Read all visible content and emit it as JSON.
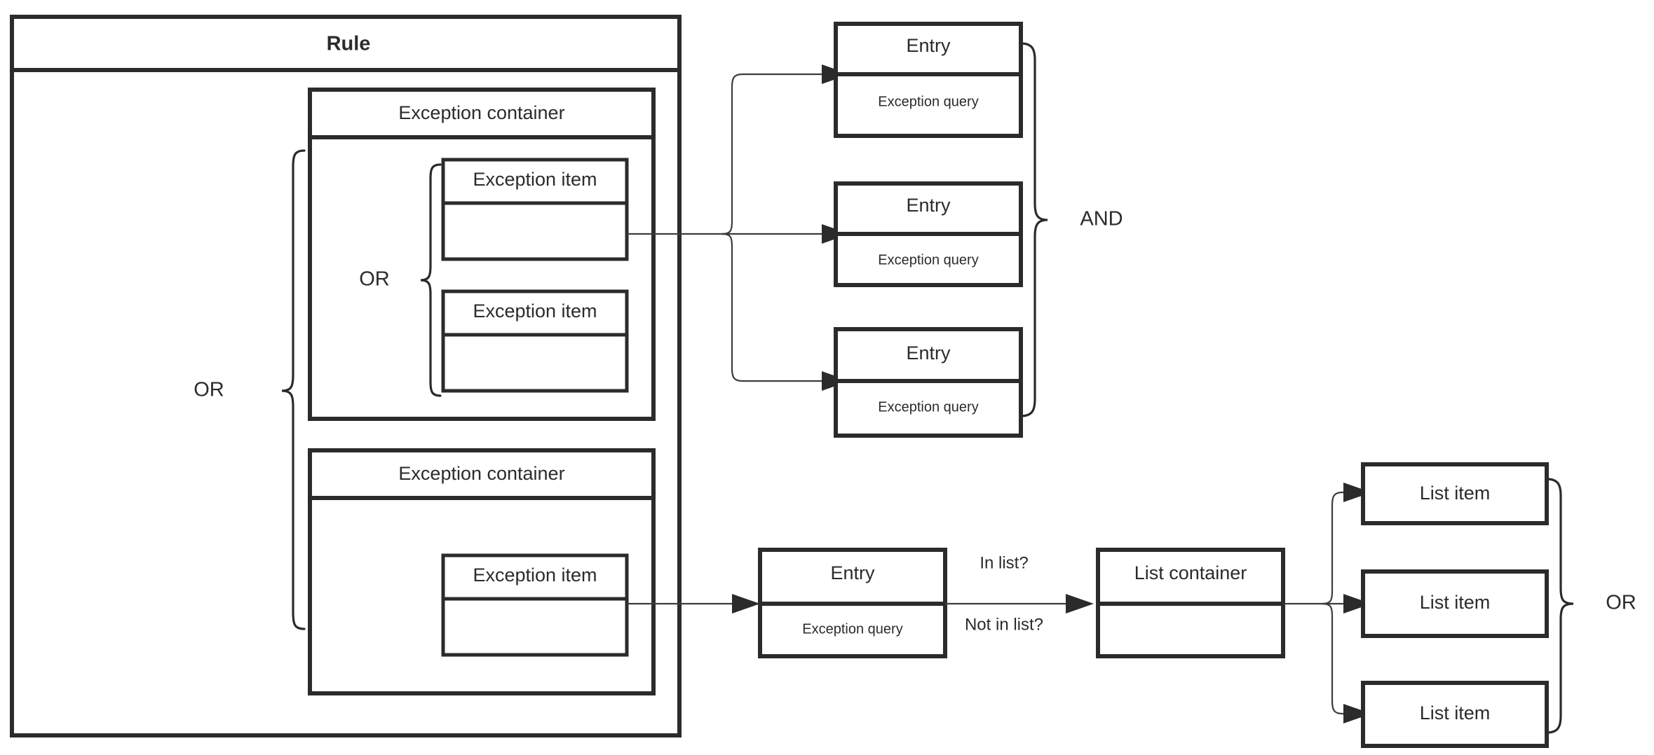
{
  "diagram": {
    "type": "flow-structure-diagram",
    "background": "#ffffff",
    "line_color": "#2b2b2b",
    "connector_color": "#3c3c3c"
  },
  "rule": {
    "title": "Rule",
    "operator": "OR"
  },
  "exception_containers": [
    {
      "title": "Exception container",
      "operator": "OR",
      "items": [
        {
          "title": "Exception item",
          "body": ""
        },
        {
          "title": "Exception item",
          "body": ""
        }
      ]
    },
    {
      "title": "Exception container",
      "operator": "",
      "items": [
        {
          "title": "Exception item",
          "body": ""
        }
      ]
    }
  ],
  "entries_top": {
    "operator": "AND",
    "items": [
      {
        "title": "Entry",
        "body": "Exception query"
      },
      {
        "title": "Entry",
        "body": "Exception query"
      },
      {
        "title": "Entry",
        "body": "Exception query"
      }
    ]
  },
  "entry_bottom": {
    "title": "Entry",
    "body": "Exception query"
  },
  "edge_labels": {
    "in_list": "In list?",
    "not_in_list": "Not in list?"
  },
  "list_container": {
    "title": "List container",
    "body": "",
    "operator": "OR",
    "items": [
      {
        "title": "List item"
      },
      {
        "title": "List item"
      },
      {
        "title": "List item"
      }
    ]
  },
  "icons": {
    "arrow_marker": "arrow-head-icon",
    "brace_left": "curly-brace-icon",
    "brace_right": "curly-brace-icon"
  }
}
